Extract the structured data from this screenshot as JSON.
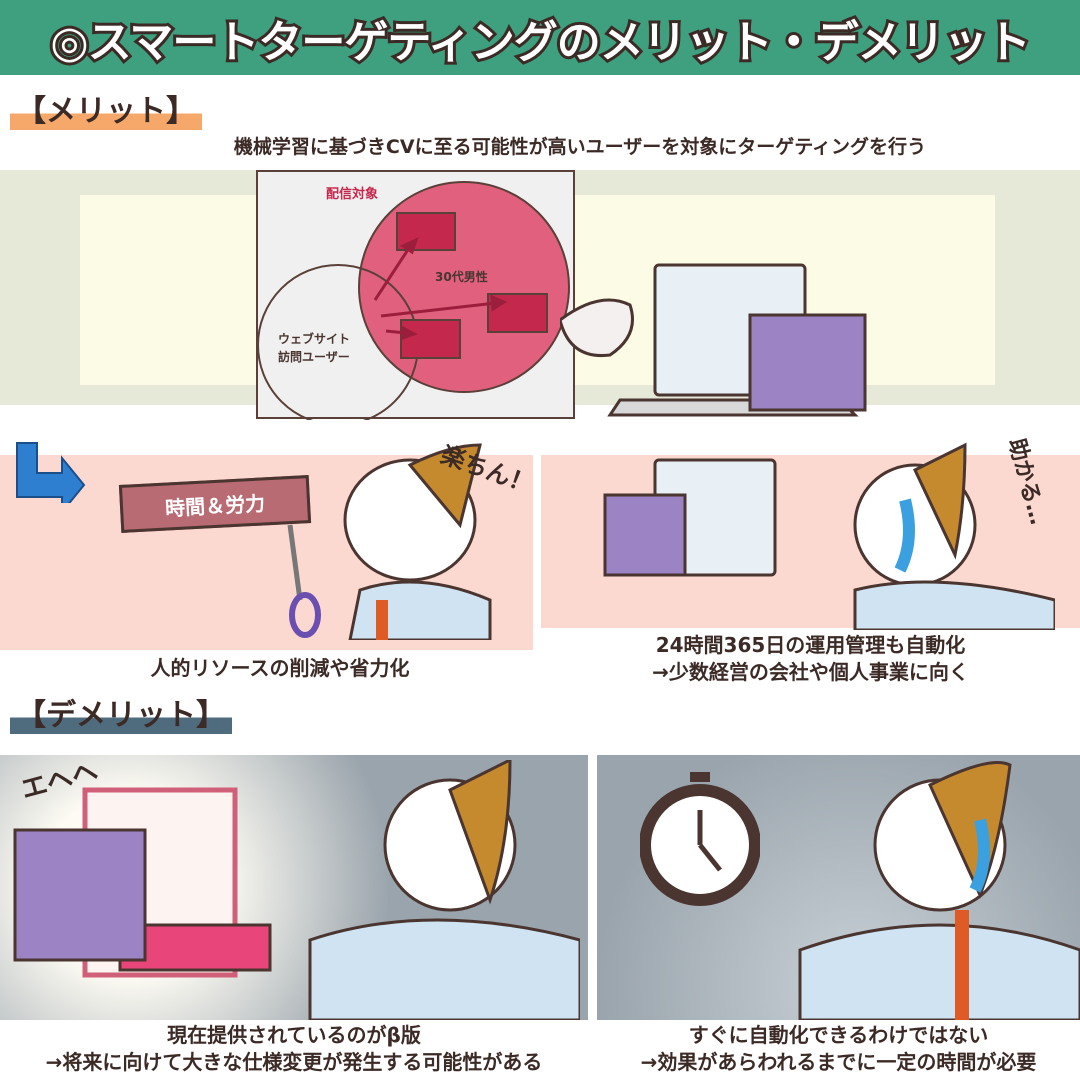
{
  "title": "◎スマートターゲティングのメリット・デメリット",
  "merit": {
    "heading": "【メリット】",
    "summary": "機械学習に基づきCVに至る可能性が高いユーザーを対象にターゲティングを行う",
    "diagram": {
      "target_label": "配信対象",
      "segment_label": "30代男性",
      "visitors_label_line1": "ウェブサイト",
      "visitors_label_line2": "訪問ユーザー"
    },
    "panel_left": {
      "sign_text": "時間＆労力",
      "exclamation": "楽ちん！",
      "caption": "人的リソースの削減や省力化"
    },
    "panel_right": {
      "exclamation": "助かる…",
      "caption_line1": "24時間365日の運用管理も自動化",
      "caption_line2": "→少数経営の会社や個人事業に向く"
    }
  },
  "demerit": {
    "heading": "【デメリット】",
    "panel_left": {
      "exclamation": "エヘヘ",
      "caption_line1": "現在提供されているのがβ版",
      "caption_line2": "→将来に向けて大きな仕様変更が発生する可能性がある"
    },
    "panel_right": {
      "caption_line1": "すぐに自動化できるわけではない",
      "caption_line2": "→効果があらわれるまでに一定の時間が必要"
    }
  },
  "colors": {
    "title_bg": "#3ea07f",
    "merit_accent": "#f6a86a",
    "demerit_accent": "#4f6c7e",
    "target_circle": "#e0607e",
    "target_box": "#c4284c",
    "panel_pink": "#fbd9d0",
    "panel_gray": "#9aa4ac"
  }
}
